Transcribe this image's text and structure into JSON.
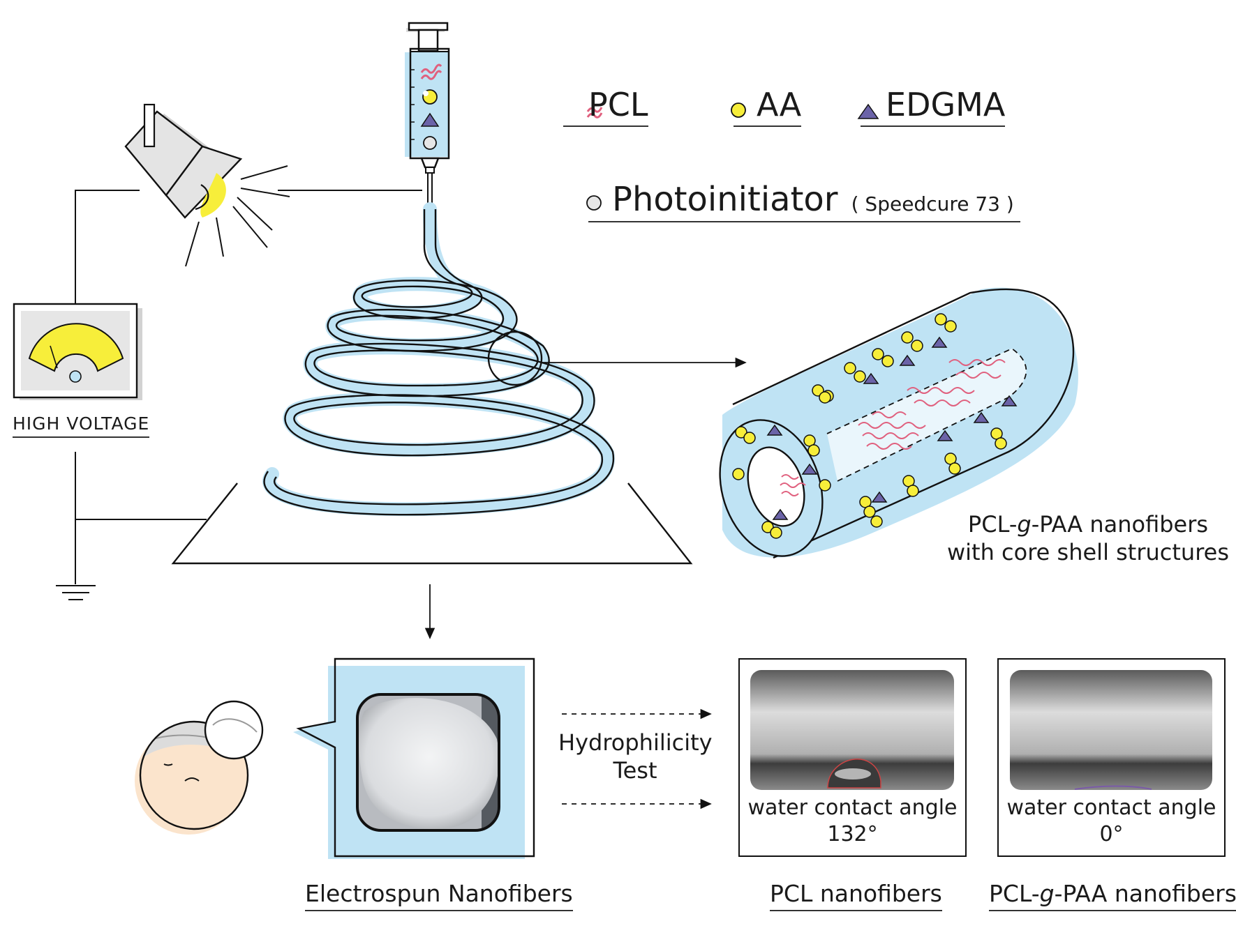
{
  "legend": {
    "pcl": "PCL",
    "aa": "AA",
    "edgma": "EDGMA",
    "photoinitiator": "Photoinitiator",
    "photoinitiator_note": "( Speedcure 73 )"
  },
  "power_supply": {
    "label": "HIGH  VOLTAGE"
  },
  "nanofiber_model": {
    "caption_prefix": "PCL-",
    "caption_italic": "g",
    "caption_suffix": "-PAA nanofibers",
    "caption_line2": "with core shell structures"
  },
  "process": {
    "test_label_line1": "Hydrophilicity",
    "test_label_line2": "Test"
  },
  "samples": [
    {
      "label": "Electrospun Nanofibers"
    },
    {
      "label": "PCL nanofibers",
      "measure_line1": "water contact angle",
      "measure_line2": "132°"
    },
    {
      "label_prefix": "PCL-",
      "label_italic": "g",
      "label_suffix": "-PAA nanofibers",
      "measure_line1": "water contact angle",
      "measure_line2": "0°"
    }
  ],
  "colors": {
    "fiber_blue": "#bfe3f4",
    "aa_yellow": "#f7ee3a",
    "edgma_purple": "#6b63a8",
    "pcl_pink": "#e0607e",
    "skin": "#fbe4cc",
    "lamp_gray": "#d6d6d6"
  }
}
